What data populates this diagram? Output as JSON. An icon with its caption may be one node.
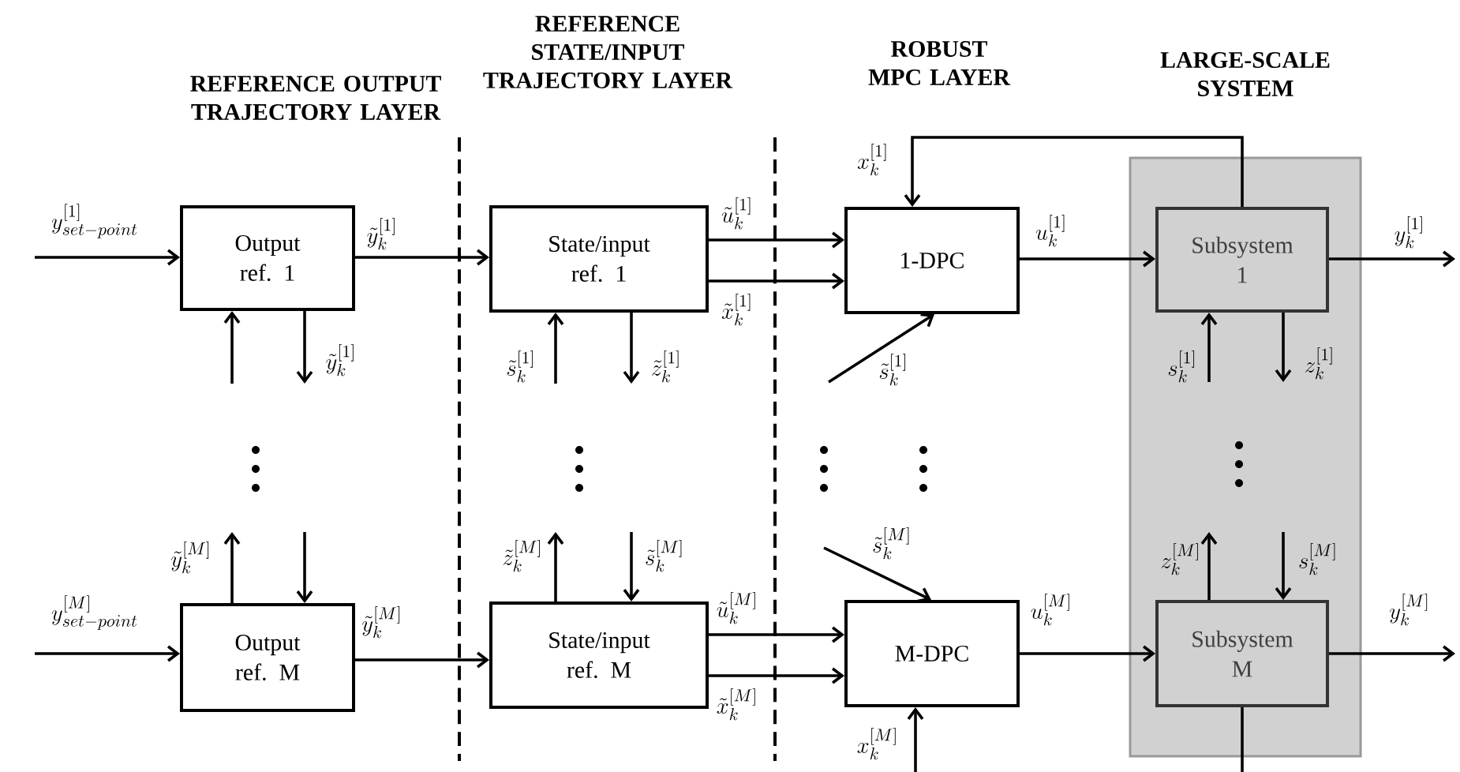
{
  "diagram": {
    "nodes": [
      {
        "text": [
          "Output ref. 1"
        ]
      },
      {
        "text": [
          "State/input ref. 1"
        ]
      },
      {
        "text": [
          "1-DPC"
        ]
      },
      {
        "text": [
          "LARGE-SCALE SYSTEM"
        ]
      },
      {
        "text": [
          "Subsystem 1"
        ],
        "in": 3
      },
      {
        "text": [
          "Output ref. M"
        ]
      },
      {
        "text": [
          "State/input ref. M"
        ]
      },
      {
        "text": [
          "M-DPC"
        ]
      },
      {
        "text": [
          "Subsystem M"
        ],
        "in": 3
      }
    ],
    "edges": [
      {
        "from": null,
        "to": 0,
        "arrow": "to",
        "label": "y_{set-point}^{[1]}"
      },
      {
        "from": 0,
        "to": 1,
        "arrow": "to",
        "label": "\\tilde{y}_k^{[1]}"
      },
      {
        "from": null,
        "to": 0,
        "arrow": "to"
      },
      {
        "from": 0,
        "to": null,
        "arrow": "to",
        "label": "\\tilde{y}_k^{[1]}"
      },
      {
        "from": null,
        "to": 1,
        "arrow": "to",
        "label": "\\tilde{s}_k^{[1]}"
      },
      {
        "from": 1,
        "to": null,
        "arrow": "to",
        "label": "\\tilde{z}_k^{[1]}"
      },
      {
        "from": 1,
        "to": 2,
        "arrow": "to",
        "label": "\\tilde{u}_k^{[1]}"
      },
      {
        "from": 1,
        "to": 2,
        "arrow": "to",
        "label": "\\tilde{x}_k^{[1]}"
      },
      {
        "from": null,
        "to": 2,
        "arrow": "to",
        "label": "\\tilde{s}_k^{[1]}"
      },
      {
        "from": 4,
        "to": 2,
        "arrow": "to",
        "label": "x_k^{[1]}"
      },
      {
        "from": 2,
        "to": 4,
        "arrow": "to",
        "label": "u_k^{[1]}"
      },
      {
        "from": 4,
        "to": null,
        "arrow": "to",
        "label": "y_k^{[1]}"
      },
      {
        "from": null,
        "to": 4,
        "arrow": "to",
        "label": "s_k^{[1]}"
      },
      {
        "from": 4,
        "to": null,
        "arrow": "to",
        "label": "z_k^{[1]}"
      },
      {
        "from": null,
        "to": 5,
        "arrow": "to",
        "label": "y_{set-point}^{[M]}"
      },
      {
        "from": 5,
        "to": 6,
        "arrow": "to",
        "label": "\\tilde{y}_k^{[M]}"
      },
      {
        "from": 5,
        "to": null,
        "arrow": "to",
        "label": "\\tilde{y}_k^{[M]}"
      },
      {
        "from": null,
        "to": 5,
        "arrow": "to"
      },
      {
        "from": 6,
        "to": null,
        "arrow": "to",
        "label": "\\tilde{z}_k^{[M]}"
      },
      {
        "from": null,
        "to": 6,
        "arrow": "to",
        "label": "\\tilde{s}_k^{[M]}"
      },
      {
        "from": 6,
        "to": 7,
        "arrow": "to",
        "label": "\\tilde{u}_k^{[M]}"
      },
      {
        "from": 6,
        "to": 7,
        "arrow": "to",
        "label": "\\tilde{x}_k^{[M]}"
      },
      {
        "from": null,
        "to": 7,
        "arrow": "to",
        "label": "\\tilde{s}_k^{[M]}"
      },
      {
        "from": 8,
        "to": null,
        "arrow": "none"
      },
      {
        "from": null,
        "to": 7,
        "arrow": "to",
        "label": "x_k^{[M]}"
      },
      {
        "from": 7,
        "to": 8,
        "arrow": "to",
        "label": "u_k^{[M]}"
      },
      {
        "from": 8,
        "to": null,
        "arrow": "to",
        "label": "y_k^{[M]}"
      },
      {
        "from": 8,
        "to": null,
        "arrow": "to",
        "label": "z_k^{[M]}"
      },
      {
        "from": null,
        "to": 8,
        "arrow": "to",
        "label": "s_k^{[M]}"
      }
    ],
    "labels": [
      "REFERENCE OUTPUT TRAJECTORY LAYER",
      "REFERENCE STATE/INPUT TRAJECTORY LAYER",
      "ROBUST MPC LAYER"
    ]
  }
}
